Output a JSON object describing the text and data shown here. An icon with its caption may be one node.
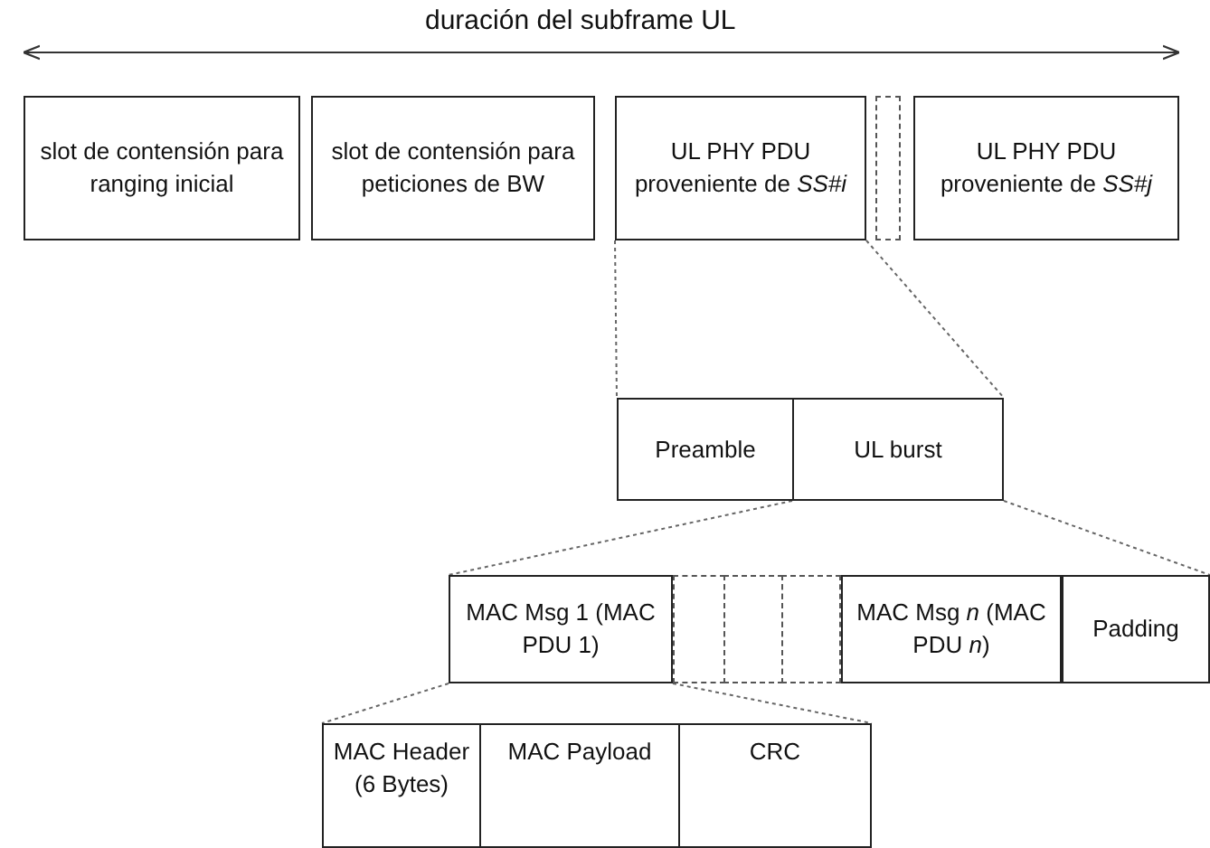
{
  "diagram": {
    "nodes": [
      {
        "text": [
          "slot de contensión para ranging inicial"
        ]
      },
      {
        "text": [
          "slot de contensión para peticiones de BW"
        ]
      },
      {
        "text": [
          "UL PHY PDU proveniente de *SS#i*"
        ]
      },
      {
        "text": [],
        "shape": "box"
      },
      {
        "text": [
          "UL PHY PDU proveniente de *SS#j*"
        ]
      },
      {
        "text": [
          "Preamble"
        ]
      },
      {
        "text": [
          "UL burst"
        ]
      },
      {
        "text": [
          "MAC Msg 1 (MAC PDU 1)"
        ]
      },
      {
        "text": [],
        "shape": "box"
      },
      {
        "text": [],
        "shape": "box"
      },
      {
        "text": [],
        "shape": "box"
      },
      {
        "text": [
          "MAC Msg *n* (MAC PDU *n*)"
        ]
      },
      {
        "text": [
          "Padding"
        ]
      },
      {
        "text": [
          "MAC Header (6 Bytes)"
        ]
      },
      {
        "text": [
          "MAC Payload"
        ]
      },
      {
        "text": [
          "CRC"
        ]
      }
    ],
    "edges": [
      {
        "from": 2,
        "to": 5,
        "arrow": "none",
        "style": "dashed"
      },
      {
        "from": 2,
        "to": 6,
        "arrow": "none",
        "style": "dashed"
      },
      {
        "from": 6,
        "to": 7,
        "arrow": "none",
        "style": "dashed"
      },
      {
        "from": 6,
        "to": 12,
        "arrow": "none",
        "style": "dashed"
      },
      {
        "from": 7,
        "to": 13,
        "arrow": "none",
        "style": "dashed"
      },
      {
        "from": 7,
        "to": 15,
        "arrow": "none",
        "style": "dashed"
      }
    ],
    "labels": [
      "duración del subframe UL"
    ]
  }
}
